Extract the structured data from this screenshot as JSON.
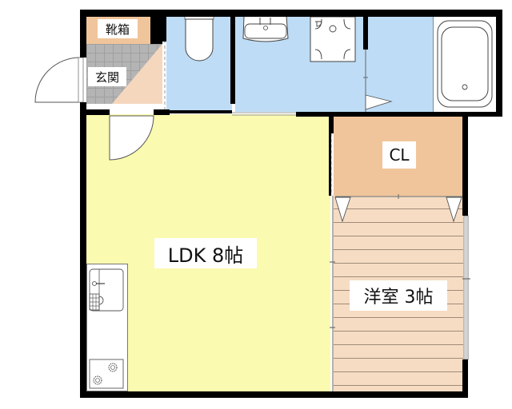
{
  "floorplan": {
    "colors": {
      "wall": "#000000",
      "ldk": "#fafab0",
      "wet_area": "#bedcf5",
      "closet": "#f0c59b",
      "western_room": "#f5dcc3",
      "entrance_tile": "#b4b4b4",
      "entrance_step": "#f5d7be",
      "shoe_box": "#f0c59b",
      "fixture_line": "#505050"
    },
    "rooms": {
      "shoe_box": {
        "label": "靴箱"
      },
      "entrance": {
        "label": "玄関"
      },
      "ldk": {
        "label": "LDK 8帖"
      },
      "closet": {
        "label": "CL"
      },
      "western_room": {
        "label": "洋室 3帖"
      }
    },
    "fixtures": [
      {
        "name": "toilet"
      },
      {
        "name": "washbasin"
      },
      {
        "name": "washing-machine-pan"
      },
      {
        "name": "bathtub"
      },
      {
        "name": "kitchen-sink"
      },
      {
        "name": "gas-stove"
      }
    ]
  }
}
